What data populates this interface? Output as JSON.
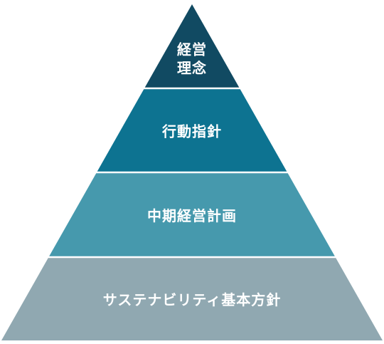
{
  "diagram": {
    "type": "pyramid",
    "tiers": [
      {
        "lines": [
          "経営",
          "理念"
        ],
        "color": "#114a62"
      },
      {
        "lines": [
          "行動指針"
        ],
        "color": "#0d7391"
      },
      {
        "lines": [
          "中期経営計画"
        ],
        "color": "#4699ad"
      },
      {
        "lines": [
          "サステナビリティ基本方針"
        ],
        "color": "#90a8b1"
      }
    ]
  }
}
